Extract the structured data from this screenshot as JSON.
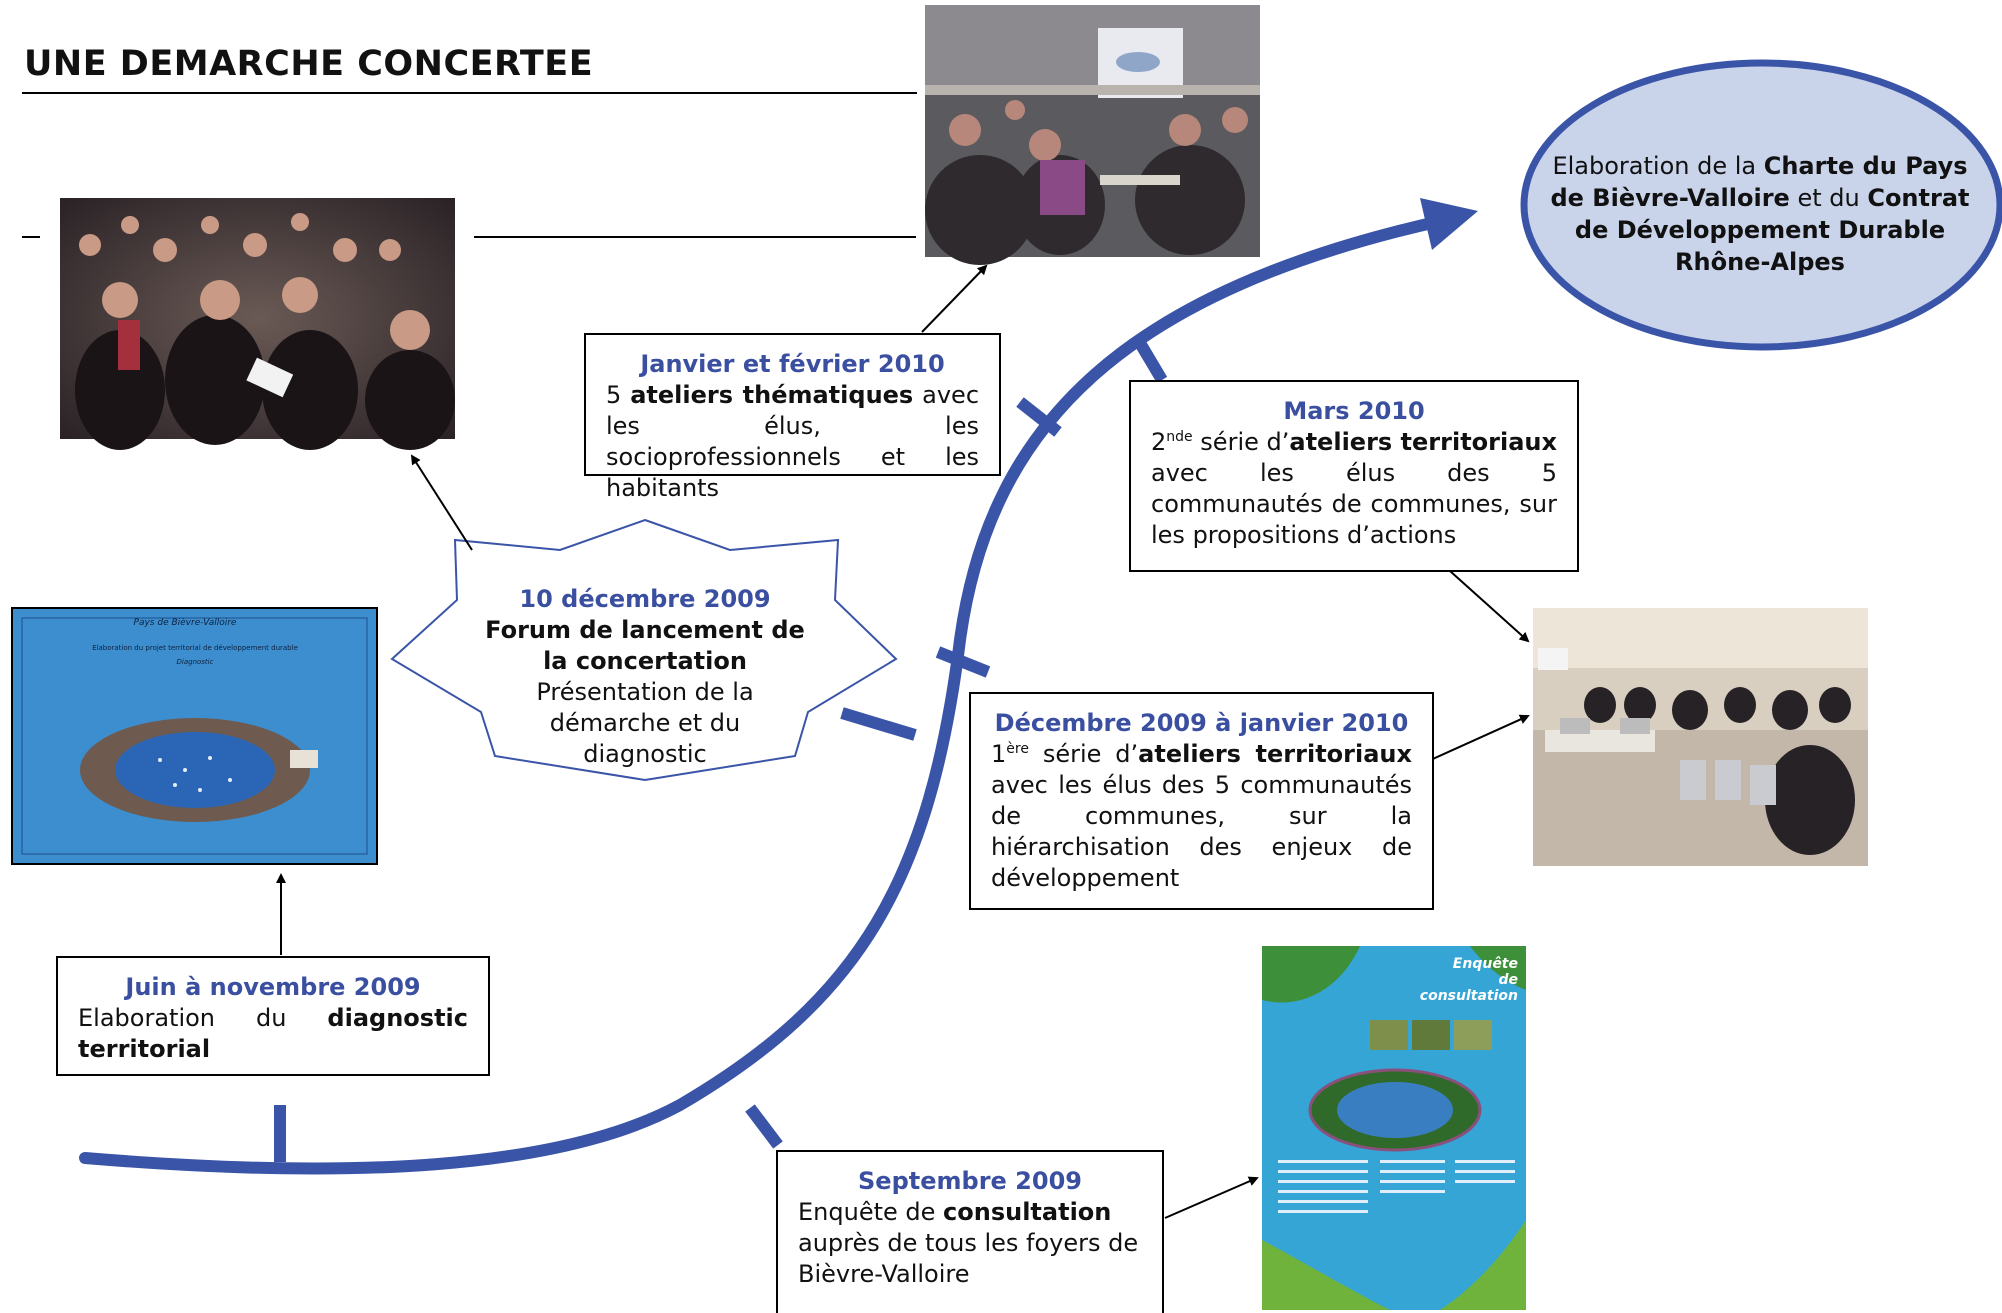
{
  "page_title": "UNE DEMARCHE CONCERTEE",
  "colors": {
    "timeline_blue": "#3a54a8",
    "heading_blue": "#3a4fa0",
    "ellipse_fill": "#c9d3ea",
    "poster_blue": "#35a5d6",
    "poster_green": "#3e8f3a"
  },
  "goal": {
    "prefix": "Elaboration de la ",
    "charte": "Charte du Pays de Bièvre-Valloire",
    "middle": " et du ",
    "contrat": "Contrat de Développement Durable Rhône-Alpes"
  },
  "forum": {
    "date": "10 décembre 2009",
    "title": "Forum de lancement de la concertation",
    "desc": "Présentation de la démarche et du diagnostic"
  },
  "diagnostic": {
    "date": "Juin à novembre 2009",
    "text_pre": "Elaboration du ",
    "text_bold": "diagnostic territorial"
  },
  "thematic": {
    "date": "Janvier et février 2010",
    "pre": "5 ",
    "bold": "ateliers thématiques",
    "post": " avec les élus, les socioprofessionnels et les habitants"
  },
  "mars": {
    "date": "Mars 2010",
    "ord": "2",
    "sup": "nde",
    "pre": " série d’",
    "bold": "ateliers territoriaux",
    "post": " avec les élus des 5 communautés de communes, sur les propositions d’actions"
  },
  "decjan": {
    "date": "Décembre 2009 à janvier 2010",
    "ord": "1",
    "sup": "ère",
    "pre": " série d’",
    "bold": "ateliers territoriaux",
    "post": " avec les élus des 5 communautés de communes, sur la hiérarchisation des enjeux de développement"
  },
  "sept": {
    "date": "Septembre 2009",
    "pre": "Enquête de ",
    "bold": "consultation",
    "post": " auprès de tous les foyers de Bièvre-Valloire"
  },
  "poster": {
    "line1": "Enquête",
    "line2": "de consultation"
  },
  "cover": {
    "line1": "Pays de Bièvre-Valloire",
    "line2": "Elaboration du projet territorial de développement durable",
    "line3": "Diagnostic"
  }
}
